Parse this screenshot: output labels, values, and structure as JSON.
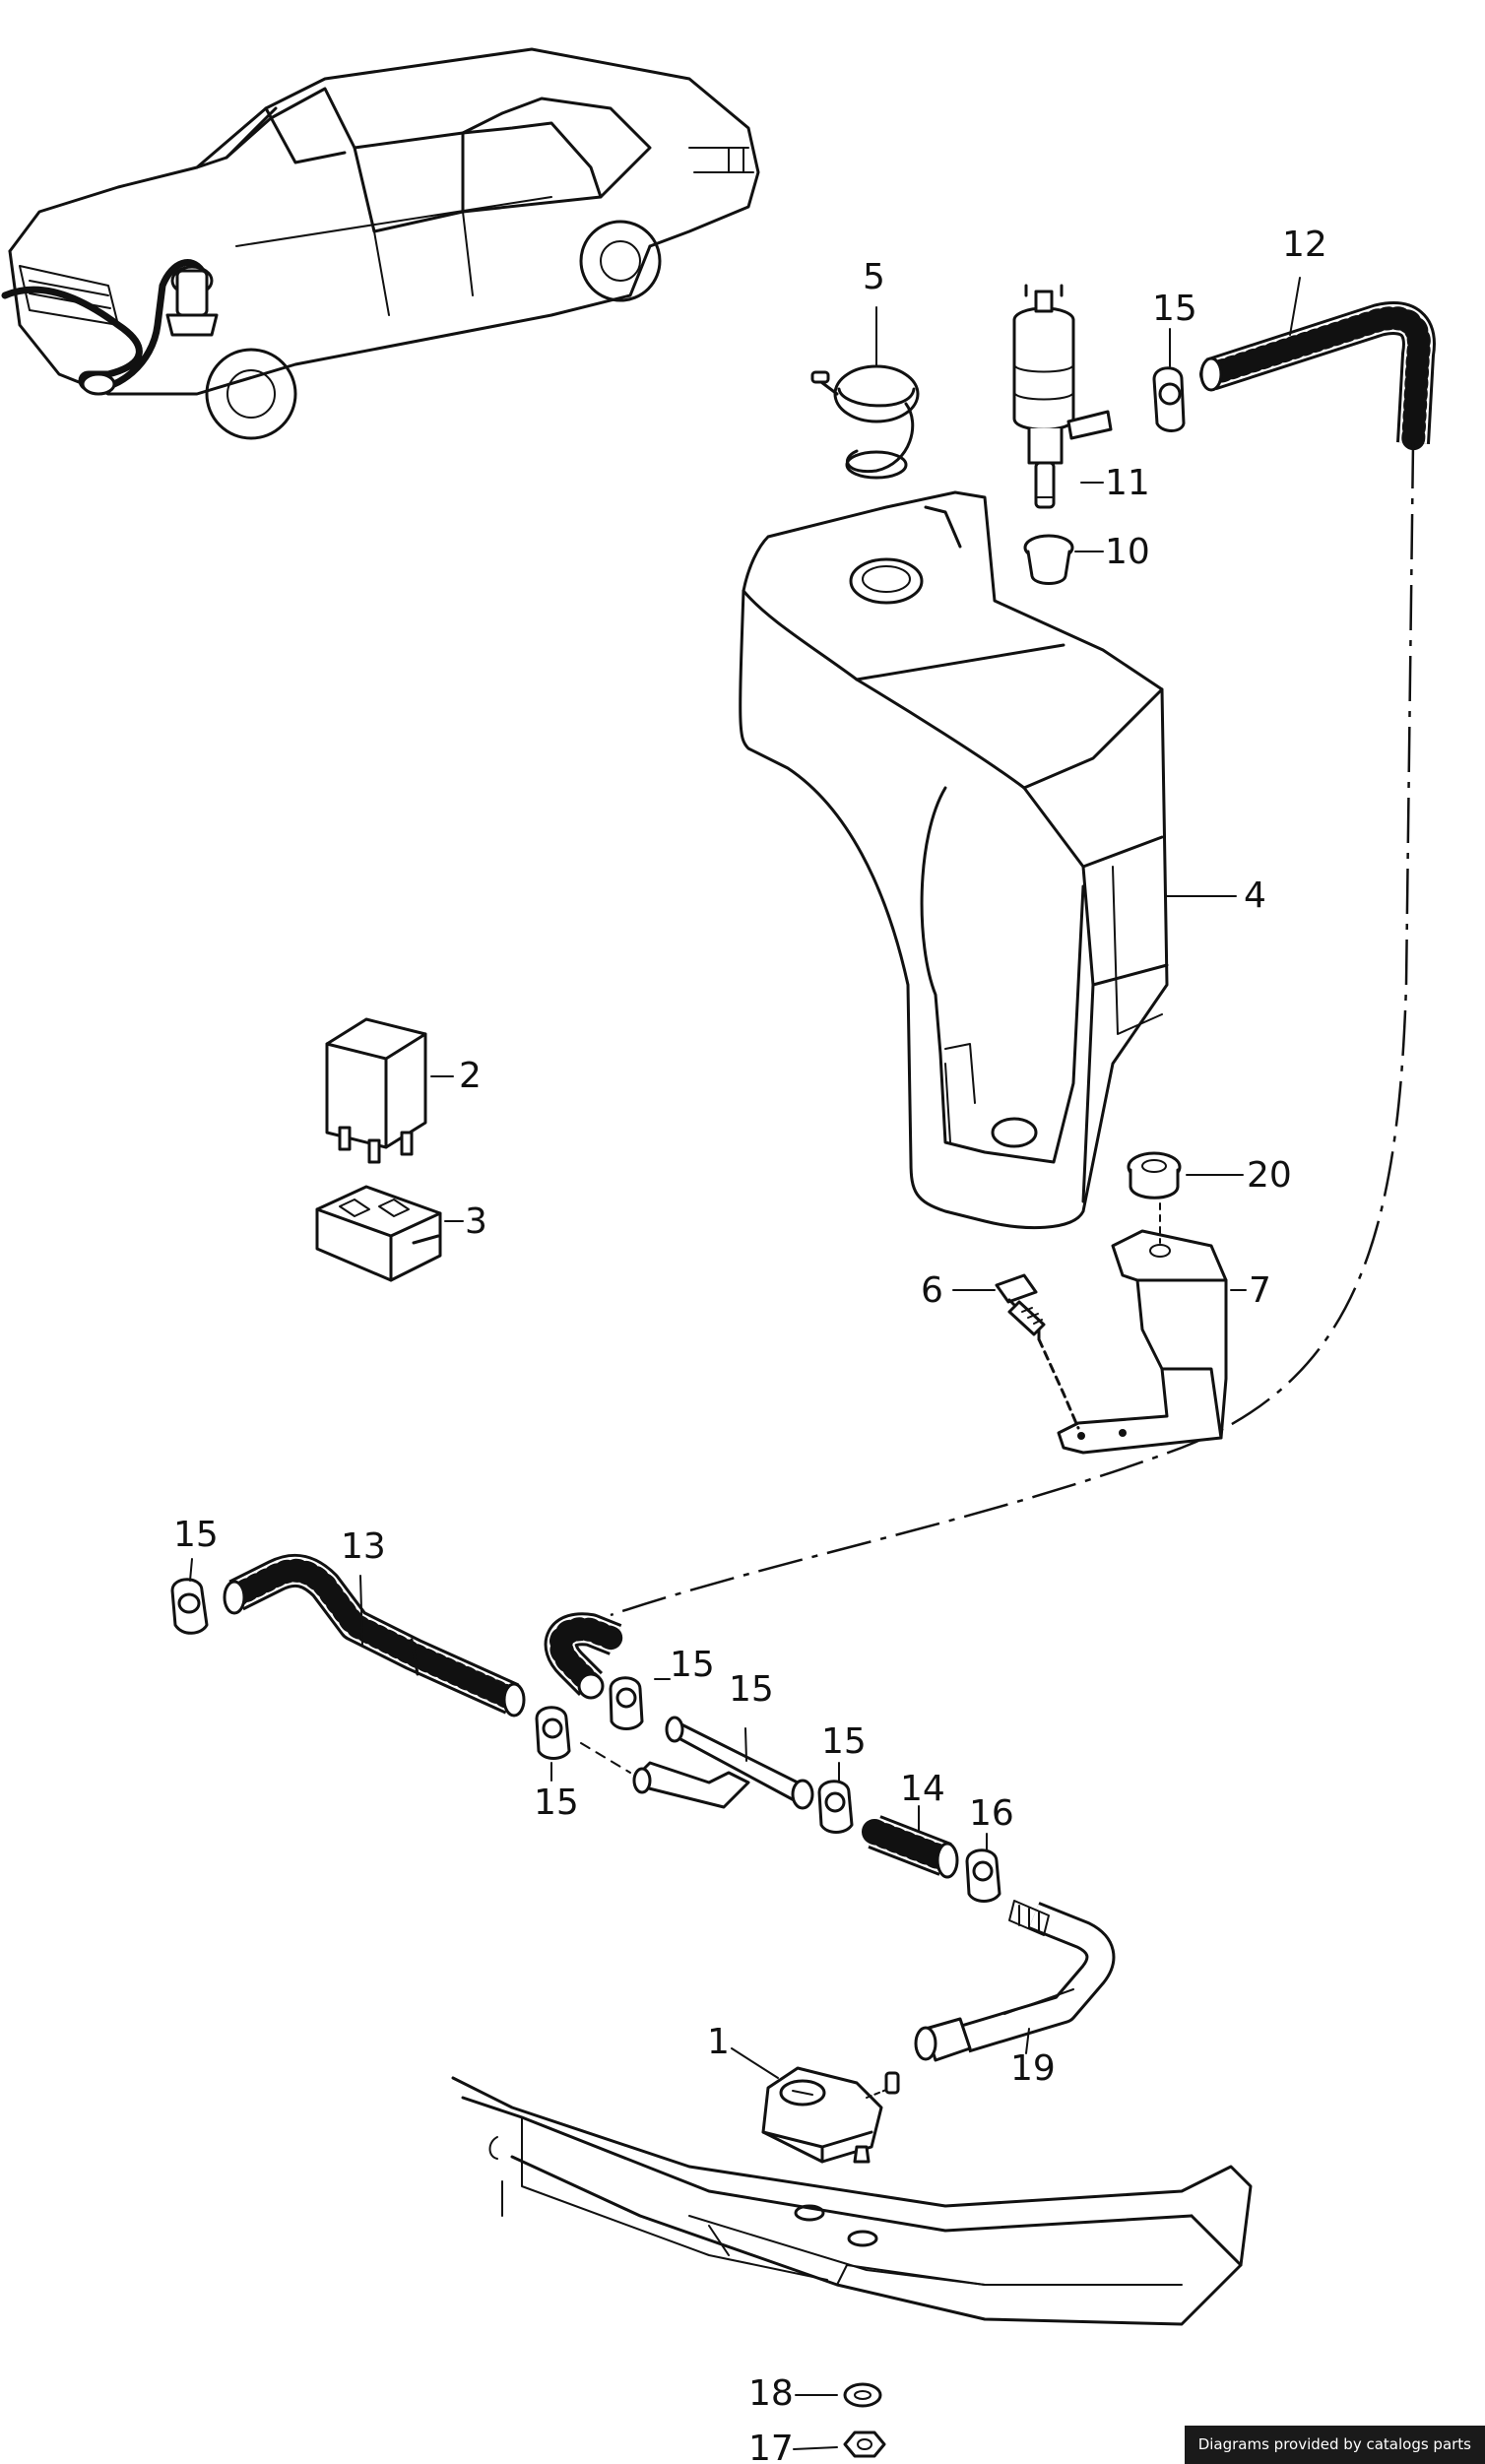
{
  "credit": "Diagrams provided by catalogs parts",
  "callouts": [
    {
      "id": "1",
      "label": "1"
    },
    {
      "id": "2",
      "label": "2"
    },
    {
      "id": "3",
      "label": "3"
    },
    {
      "id": "4",
      "label": "4"
    },
    {
      "id": "5",
      "label": "5"
    },
    {
      "id": "6",
      "label": "6"
    },
    {
      "id": "7",
      "label": "7"
    },
    {
      "id": "10",
      "label": "10"
    },
    {
      "id": "11",
      "label": "11"
    },
    {
      "id": "12",
      "label": "12"
    },
    {
      "id": "13",
      "label": "13"
    },
    {
      "id": "14",
      "label": "14"
    },
    {
      "id": "15a",
      "label": "15"
    },
    {
      "id": "15b",
      "label": "15"
    },
    {
      "id": "15c",
      "label": "15"
    },
    {
      "id": "15d",
      "label": "15"
    },
    {
      "id": "15e",
      "label": "15"
    },
    {
      "id": "15f",
      "label": "15"
    },
    {
      "id": "16",
      "label": "16"
    },
    {
      "id": "17",
      "label": "17"
    },
    {
      "id": "18",
      "label": "18"
    },
    {
      "id": "19",
      "label": "19"
    },
    {
      "id": "20",
      "label": "20"
    }
  ]
}
